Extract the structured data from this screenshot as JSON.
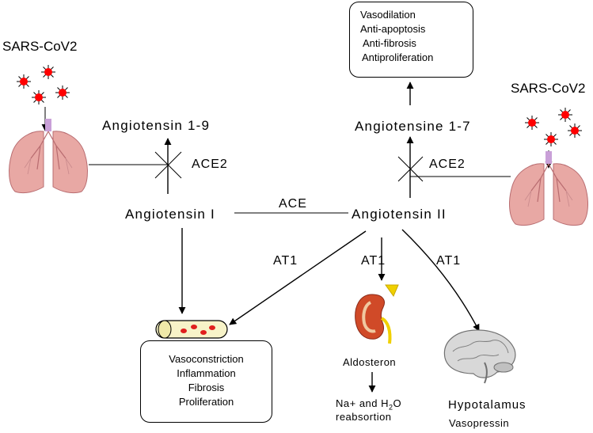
{
  "virus_labels": {
    "left": "SARS-CoV2",
    "right": "SARS-CoV2"
  },
  "nodes": {
    "angiotensin_1_9": "Angiotensin 1-9",
    "angiotensin_1": "Angiotensin I",
    "angiotensine_1_7": "Angiotensine 1-7",
    "angiotensin_2": "Angiotensin II"
  },
  "enzymes": {
    "ace2_left": "ACE2",
    "ace2_right": "ACE2",
    "ace": "ACE",
    "at1_left": "AT1",
    "at1_center": "AT1",
    "at1_right": "AT1"
  },
  "effects_box_top": [
    "Vasodilation",
    "Anti-apoptosis",
    "Anti-fibrosis",
    "Antiproliferation"
  ],
  "effects_box_bottom": [
    "Vasoconstriction",
    "Inflammation",
    "Fibrosis",
    "Proliferation"
  ],
  "kidney_path": {
    "aldosteron": "Aldosteron",
    "na_h2o_line1": "Na+ and H",
    "subscript_2": "2",
    "o_letter": "O",
    "reabsorption": "reabsortion"
  },
  "brain_path": {
    "hypotalamus": "Hypotalamus",
    "vasopressin": "Vasopressin"
  },
  "colors": {
    "virus": "#ff0000",
    "lung": "#e8a8a4",
    "lung_dark": "#b86c70",
    "trachea": "#c9a0d8",
    "vessel_fill": "#f7f3c8",
    "cell": "#e0201e",
    "kidney": "#d04a28",
    "kidney_inner": "#f0c8a0",
    "ureter": "#f0d000",
    "brain": "#b8b8b8"
  }
}
